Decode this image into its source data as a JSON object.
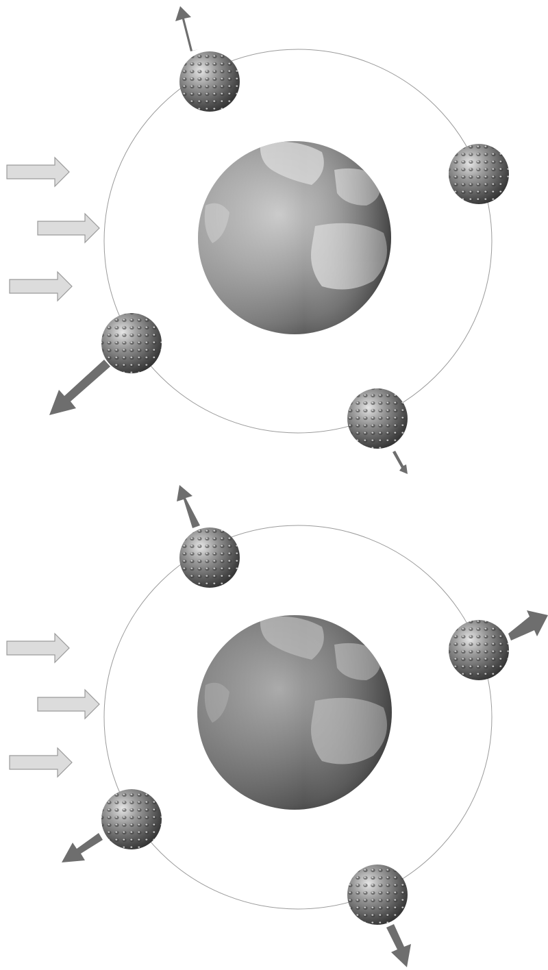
{
  "figure": {
    "panels": [
      {
        "id": "top",
        "incoming_arrows": 3,
        "satellites": [
          {
            "id": "sat-north",
            "thrust_arrow": "large"
          },
          {
            "id": "sat-east",
            "thrust_arrow": "none"
          },
          {
            "id": "sat-southwest",
            "thrust_arrow": "large"
          },
          {
            "id": "sat-southeast",
            "thrust_arrow": "small"
          }
        ]
      },
      {
        "id": "bottom",
        "incoming_arrows": 3,
        "satellites": [
          {
            "id": "sat-north",
            "thrust_arrow": "medium"
          },
          {
            "id": "sat-east",
            "thrust_arrow": "medium"
          },
          {
            "id": "sat-southwest",
            "thrust_arrow": "medium"
          },
          {
            "id": "sat-southeast",
            "thrust_arrow": "medium"
          }
        ]
      }
    ],
    "colors": {
      "background": "#ffffff",
      "orbit": "#9a9a9a",
      "incoming_arrow_fill": "#dcdcdc",
      "incoming_arrow_stroke": "#9a9a9a",
      "thrust_arrow": "#6e6e6e",
      "planet": "#8a8a8a",
      "satellite": "#7a7a7a"
    },
    "icons": {
      "planet": "earth-globe",
      "satellite": "dimpled-sphere",
      "incoming": "hollow-right-arrow",
      "thrust": "solid-direction-arrow"
    }
  }
}
